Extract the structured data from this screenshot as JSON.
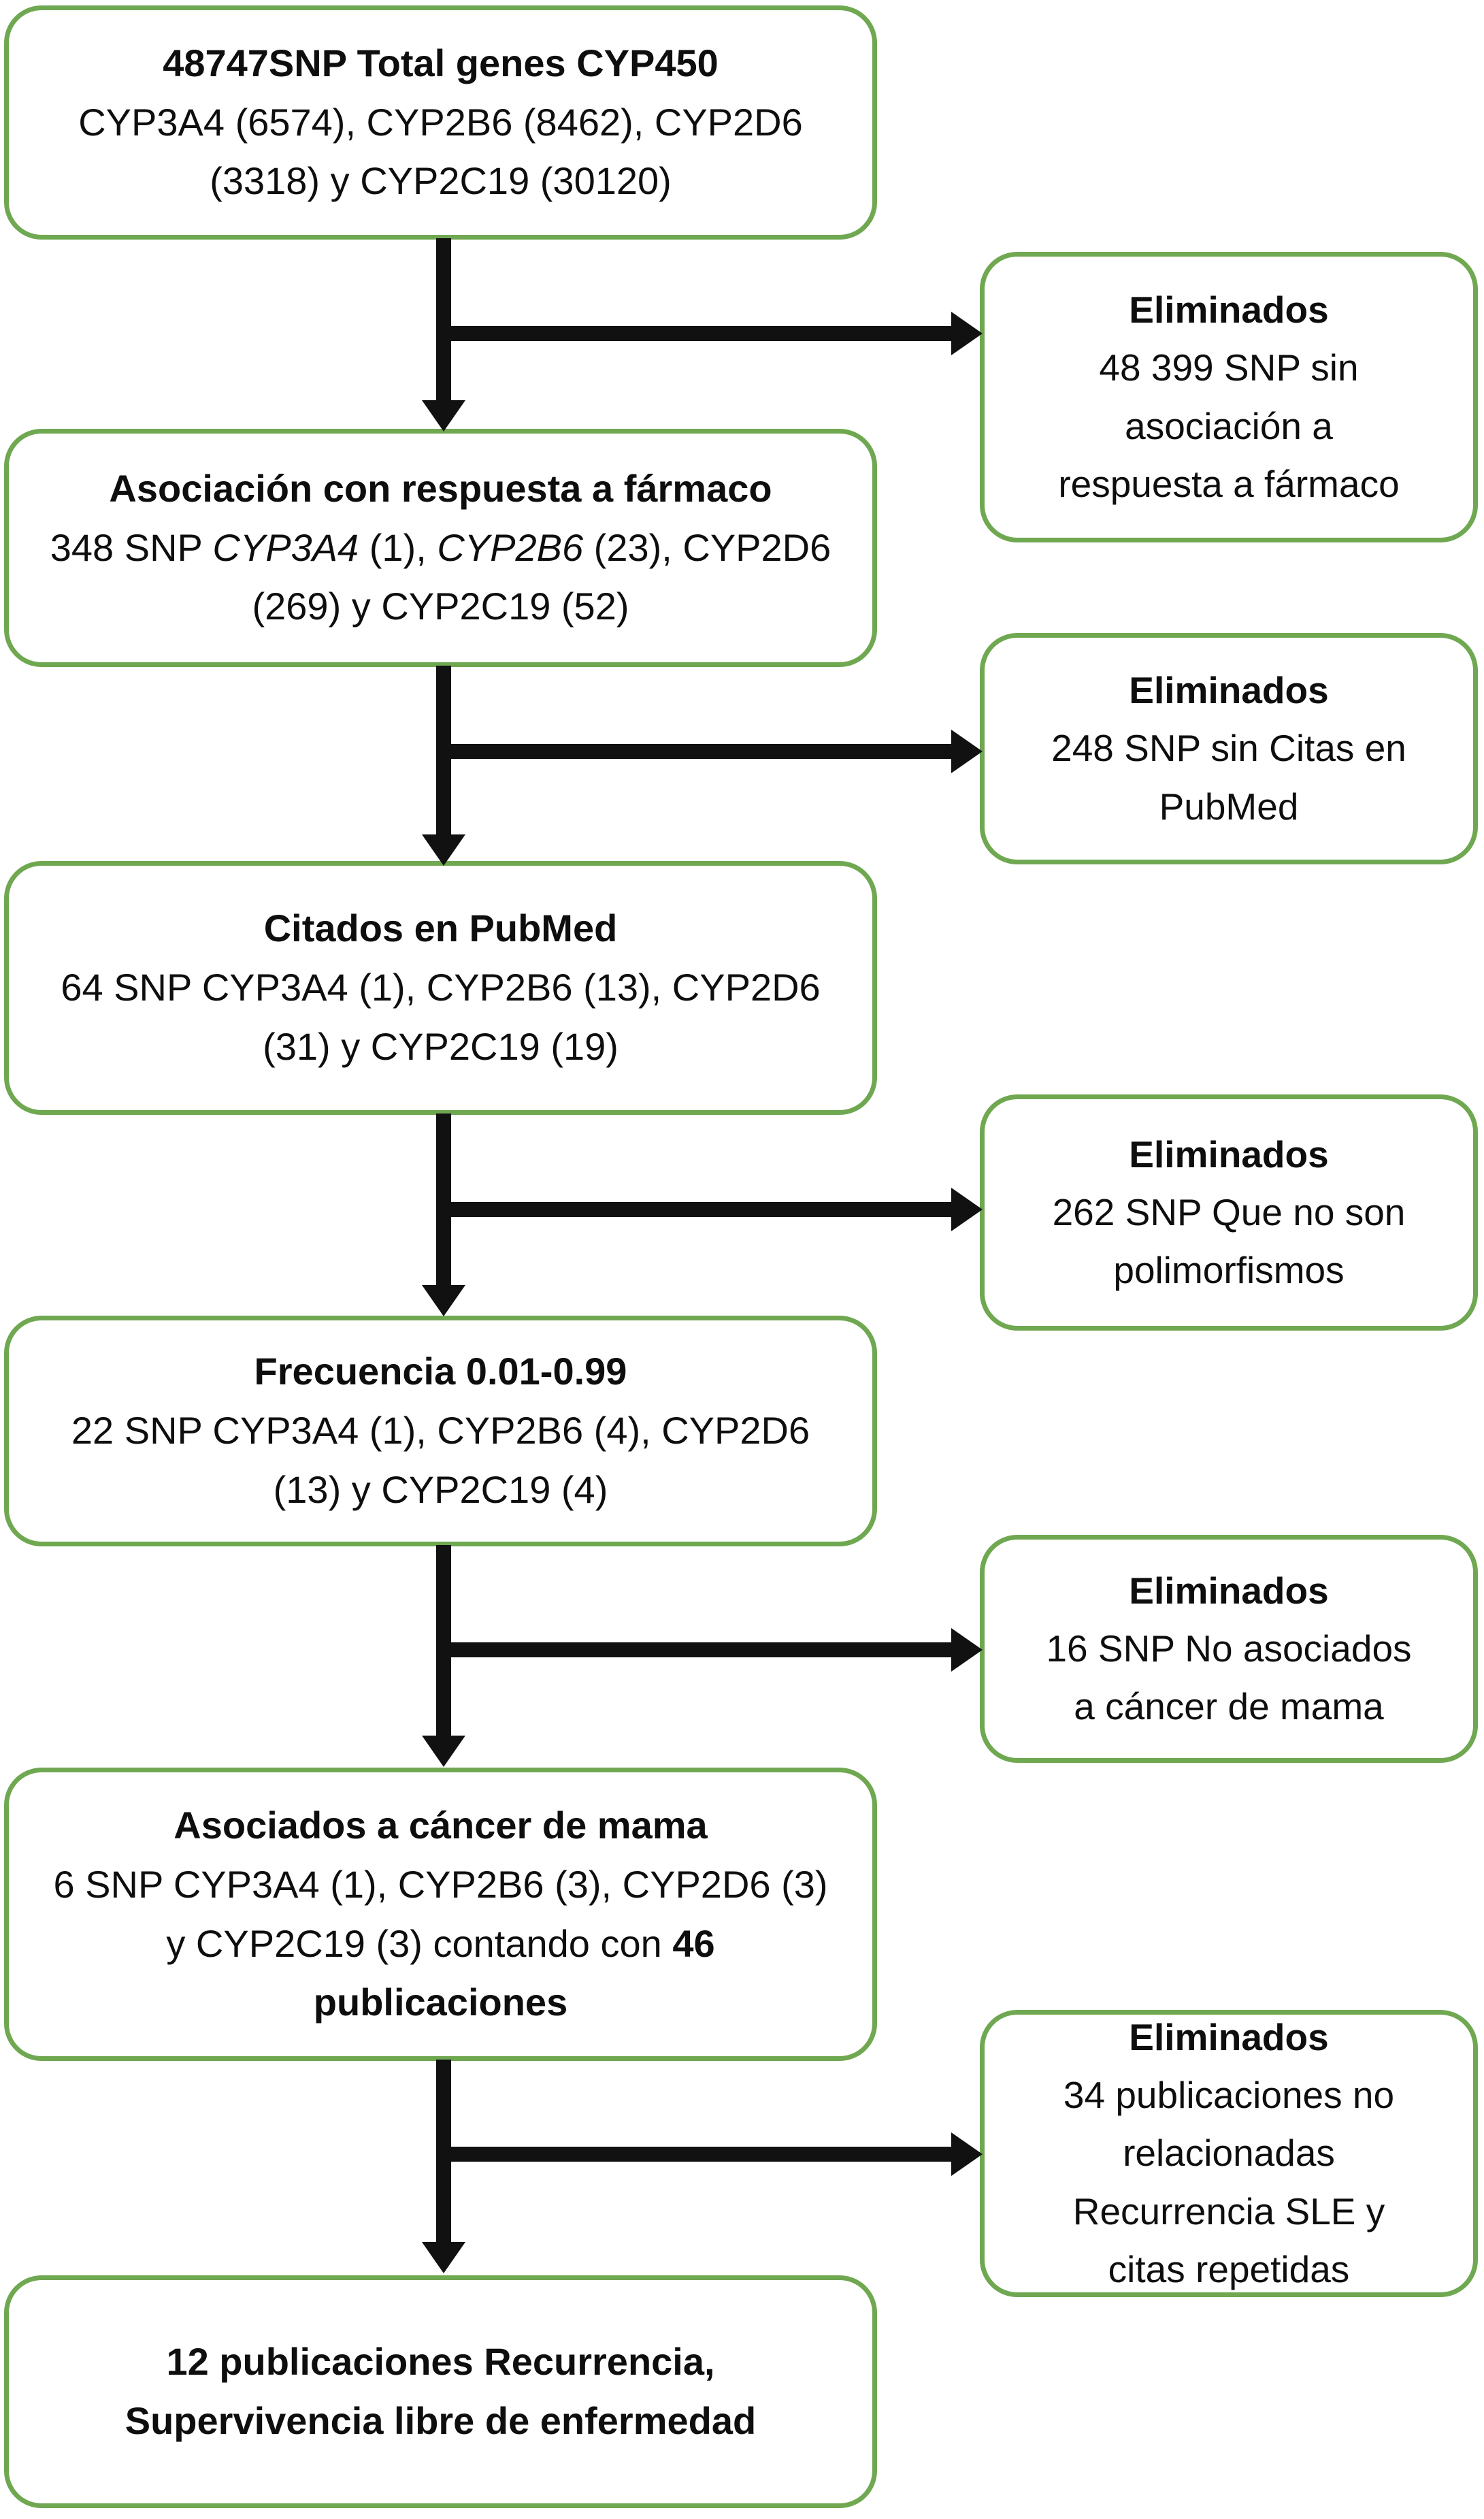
{
  "diagram": {
    "accent_color": "#6fa851",
    "arrow_color": "#111111",
    "left_boxes": [
      {
        "lines": [
          {
            "text": "48747SNP Total genes CYP450"
          },
          {
            "text": "CYP3A4 (6574), CYP2B6 (8462), CYP2D6"
          },
          {
            "text": "(3318) y CYP2C19 (30120)"
          }
        ]
      },
      {
        "lines": [
          {
            "text": "Asociación con respuesta a fármaco"
          },
          {
            "parts": [
              "348 SNP ",
              "CYP3A4",
              " (1), ",
              "CYP2B6",
              " (23), CYP2D6"
            ]
          },
          {
            "text": "(269) y CYP2C19 (52)"
          }
        ]
      },
      {
        "lines": [
          {
            "text": "Citados en PubMed"
          },
          {
            "text": "64 SNP CYP3A4 (1), CYP2B6 (13), CYP2D6"
          },
          {
            "text": "(31) y CYP2C19 (19)"
          }
        ]
      },
      {
        "lines": [
          {
            "text": "Frecuencia 0.01-0.99"
          },
          {
            "text": "22 SNP CYP3A4 (1), CYP2B6 (4), CYP2D6"
          },
          {
            "text": "(13) y CYP2C19 (4)"
          }
        ]
      },
      {
        "lines": [
          {
            "text": "Asociados a cáncer de mama"
          },
          {
            "text": "6 SNP CYP3A4 (1), CYP2B6 (3), CYP2D6 (3)"
          },
          {
            "parts": [
              "y CYP2C19 (3) contando con ",
              "46"
            ]
          },
          {
            "text": "publicaciones"
          }
        ]
      },
      {
        "lines": [
          {
            "text": "12 publicaciones Recurrencia,"
          },
          {
            "text": "Supervivencia libre de enfermedad"
          }
        ]
      }
    ],
    "right_boxes": [
      {
        "title": "Eliminados",
        "lines": [
          {
            "text": "48 399 SNP sin"
          },
          {
            "text": "asociación a"
          },
          {
            "text": "respuesta a fármaco"
          }
        ]
      },
      {
        "title": "Eliminados",
        "lines": [
          {
            "text": "248 SNP sin Citas en"
          },
          {
            "text": "PubMed"
          }
        ]
      },
      {
        "title": "Eliminados",
        "lines": [
          {
            "text": "262 SNP Que no son"
          },
          {
            "text": "polimorfismos"
          }
        ]
      },
      {
        "title": "Eliminados",
        "lines": [
          {
            "text": "16 SNP No asociados"
          },
          {
            "text": "a cáncer de mama"
          }
        ]
      },
      {
        "title": "Eliminados",
        "lines": [
          {
            "text": "34 publicaciones no"
          },
          {
            "text": "relacionadas"
          },
          {
            "text": "Recurrencia SLE y"
          },
          {
            "text": "citas repetidas"
          }
        ]
      }
    ]
  }
}
